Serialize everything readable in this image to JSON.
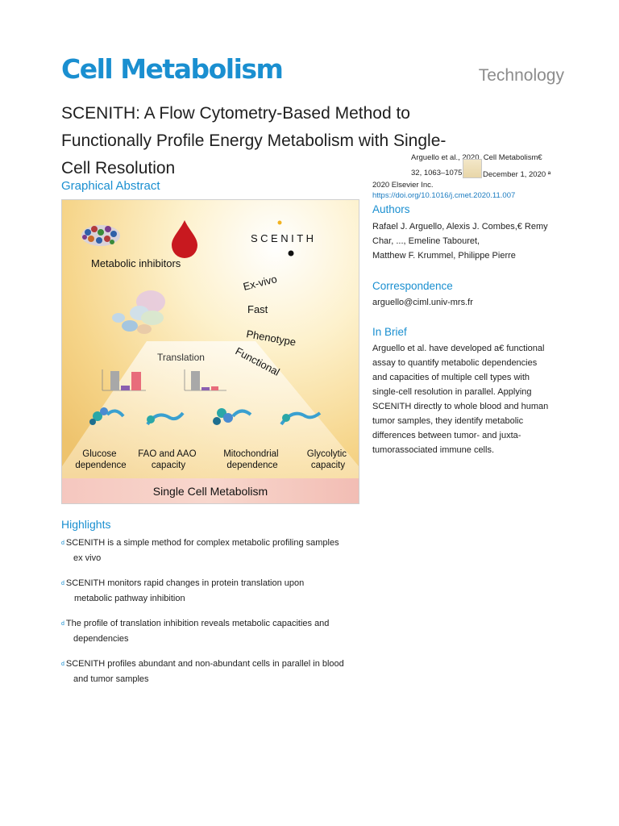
{
  "journal": "Cell Metabolism",
  "section_tag": "Technology",
  "title_lines": [
    "SCENITH: A Flow Cytometry-Based Method to",
    "Functionally Profile Energy Metabolism with Single-",
    "Cell Resolution"
  ],
  "citation": {
    "line1": "Arguello et al., 2020, Cell Metabolism€",
    "line2": "32, 1063–1075",
    "date": "December 1, 2020 ª",
    "publisher": "2020 Elsevier Inc.",
    "doi": "https://doi.org/10.1016/j.cmet.2020.11.007"
  },
  "graphical_abstract": {
    "heading": "Graphical Abstract",
    "scenith_label": "SCENITH",
    "metabolic_inhibitors": "Metabolic inhibitors",
    "features": [
      "Ex-vivo",
      "Fast",
      "Phenotype",
      "Functional"
    ],
    "translation_label": "Translation",
    "measures": [
      [
        "Glucose",
        "dependence"
      ],
      [
        "FAO and AAO",
        "capacity"
      ],
      [
        "Mitochondrial",
        "dependence"
      ],
      [
        "Glycolytic",
        "capacity"
      ]
    ],
    "footer": "Single Cell Metabolism"
  },
  "authors": {
    "heading": "Authors",
    "lines": [
      "Rafael J. Arguello, Alexis J. Combes,€ Remy",
      "Char, ..., Emeline Tabouret,",
      "Matthew F. Krummel, Philippe Pierre"
    ]
  },
  "correspondence": {
    "heading": "Correspondence",
    "email": "arguello@ciml.univ-mrs.fr"
  },
  "in_brief": {
    "heading": "In Brief",
    "lines": [
      "Arguello et al. have developed a€ functional",
      "assay to quantify metabolic dependencies",
      "and capacities of multiple cell types with",
      "single-cell resolution in parallel. Applying",
      "SCENITH directly to whole blood and human",
      "tumor samples, they identify metabolic",
      "differences between tumor- and juxta-",
      "tumorassociated immune cells."
    ]
  },
  "highlights": {
    "heading": "Highlights",
    "bullet": "d",
    "items": [
      [
        "SCENITH is a simple method for complex metabolic profiling samples",
        "ex vivo"
      ],
      [
        "SCENITH monitors rapid changes in protein translation upon",
        "metabolic pathway inhibition"
      ],
      [
        "The profile of translation inhibition reveals metabolic capacities and",
        "dependencies"
      ],
      [
        "SCENITH profiles abundant and non-abundant cells in parallel in blood",
        "and tumor samples"
      ]
    ]
  }
}
